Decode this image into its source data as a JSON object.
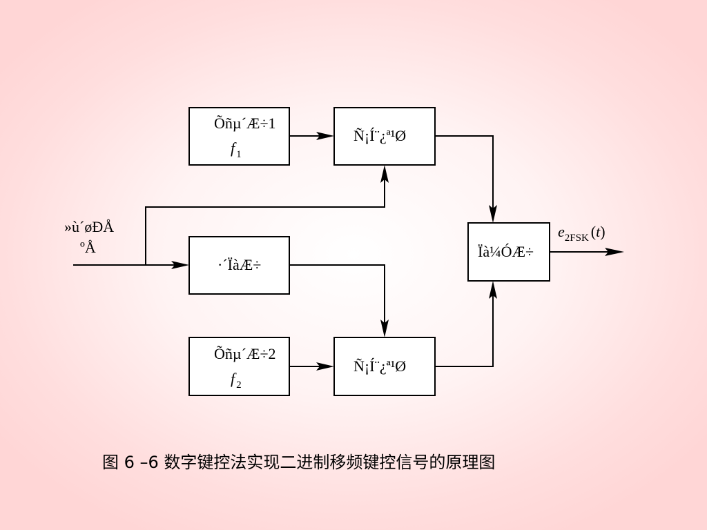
{
  "blocks": {
    "oscillator_1": {
      "label": "Õñµ´Æ÷1",
      "freq_symbol": "f",
      "freq_sub": "1"
    },
    "gate_1": {
      "label": "Ñ¡Í¨¿ª¹Ø"
    },
    "inverter": {
      "label": "·´ÏàÆ÷"
    },
    "oscillator_2": {
      "label": "Õñµ´Æ÷2",
      "freq_symbol": "f",
      "freq_sub": "2"
    },
    "gate_2": {
      "label": "Ñ¡Í¨¿ª¹Ø"
    },
    "adder": {
      "label": "Ïà¼ÓÆ÷"
    }
  },
  "input_label": {
    "line1": "»ù´øÐÅ",
    "line2": "ºÅ"
  },
  "output_label": {
    "symbol": "e",
    "sub": "2FSK",
    "arg_open": "(",
    "arg": "t",
    "arg_close": ")"
  },
  "caption": "图 6 –6  数字键控法实现二进制移频键控信号的原理图"
}
